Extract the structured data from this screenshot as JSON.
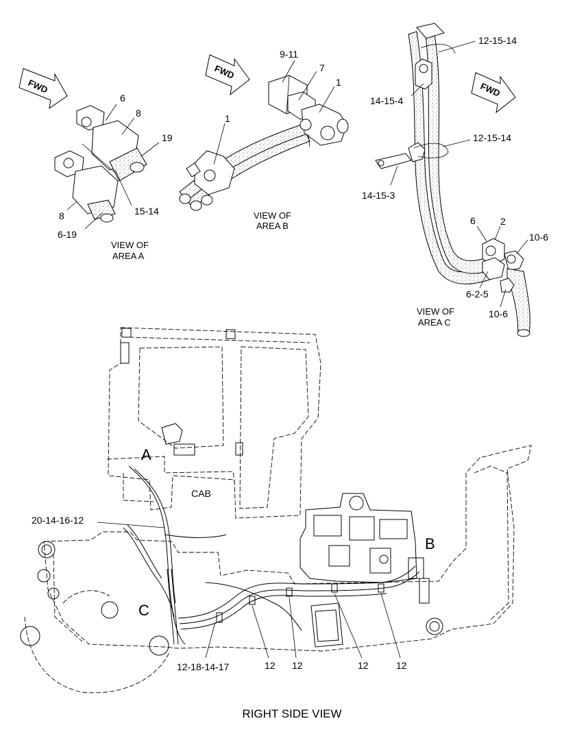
{
  "fwd_arrows": [
    "FWD",
    "FWD",
    "FWD"
  ],
  "view_a": {
    "title_line1": "VIEW OF",
    "title_line2": "AREA  A",
    "callouts": [
      "6",
      "8",
      "19",
      "8",
      "15-14",
      "6-19"
    ]
  },
  "view_b": {
    "title_line1": "VIEW OF",
    "title_line2": "AREA  B",
    "callouts": [
      "9-11",
      "7",
      "1",
      "1"
    ]
  },
  "view_c": {
    "title_line1": "VIEW OF",
    "title_line2": "AREA  C",
    "callouts": [
      "12-15-14",
      "14-15-4",
      "12-15-14",
      "14-15-3",
      "6",
      "2",
      "10-6",
      "6-2-5",
      "10-6"
    ]
  },
  "main_view": {
    "area_letters": [
      "A",
      "B",
      "C"
    ],
    "cab_label": "CAB",
    "callouts": [
      "20-14-16-12",
      "12-18-14-17",
      "12",
      "12",
      "12",
      "12"
    ]
  },
  "caption": "RIGHT SIDE VIEW"
}
